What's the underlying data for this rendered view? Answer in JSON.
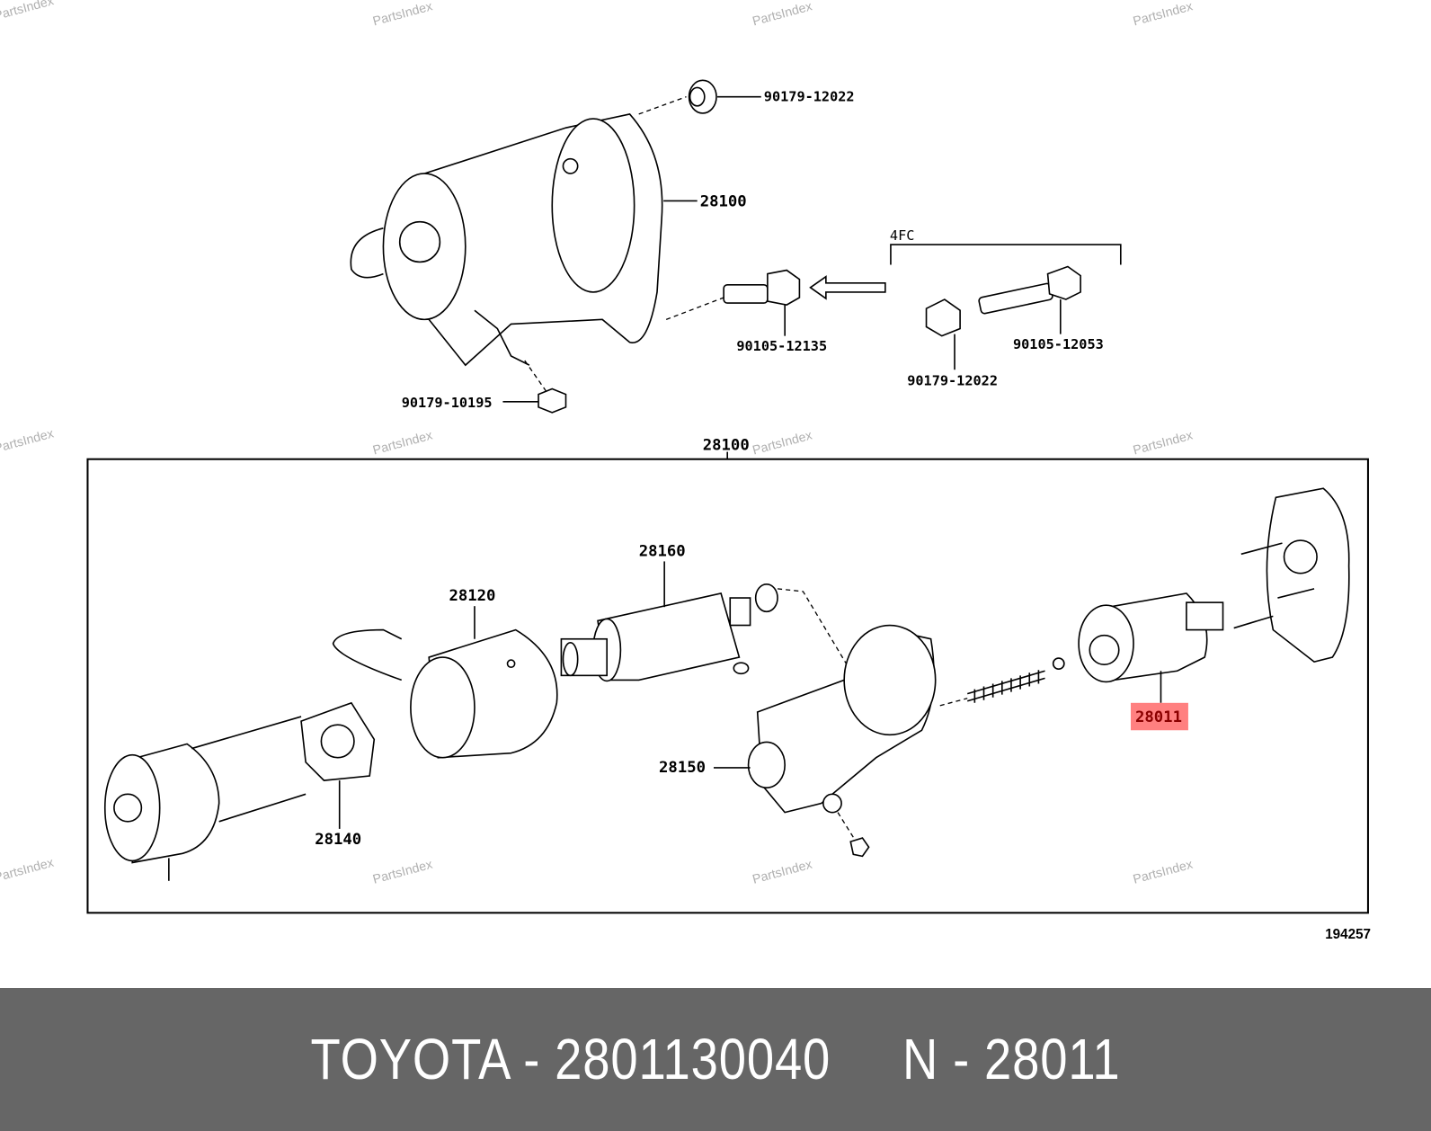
{
  "watermark": "PartsIndex",
  "callouts": {
    "nut_top": "90179-12022",
    "starter_assy_top": "28100",
    "variant_4fc": "4FC",
    "bolt_1": "90105-12135",
    "bolt_2": "90105-12053",
    "nut_4fc": "90179-12022",
    "nut_terminal": "90179-10195",
    "starter_assy_frame": "28100",
    "armature": "28160",
    "yoke": "28120",
    "clutch": "28011",
    "switch": "28150",
    "brush_holder": "28140"
  },
  "diagram_id": "194257",
  "highlight_color": "#ff8080",
  "footer": {
    "text": "TOYOTA - 2801130040     N - 28011"
  }
}
